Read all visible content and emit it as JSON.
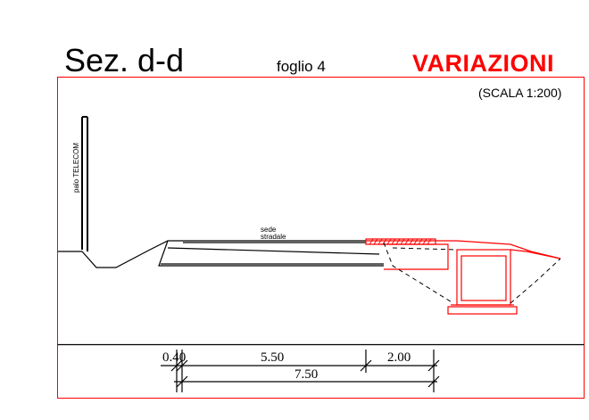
{
  "title": {
    "section": "Sez.  d-d",
    "sheet": "foglio  4",
    "variations": "VARIAZIONI"
  },
  "scale_label": "(SCALA 1:200)",
  "labels": {
    "pole": "palo TELECOM",
    "road_line1": "sede",
    "road_line2": "stradale"
  },
  "dimensions": {
    "d1": "0.40",
    "d2": "5.50",
    "d3": "2.00",
    "total": "7.50"
  },
  "colors": {
    "frame": "#ff0000",
    "variations": "#ff0000",
    "lines": "#000000"
  }
}
